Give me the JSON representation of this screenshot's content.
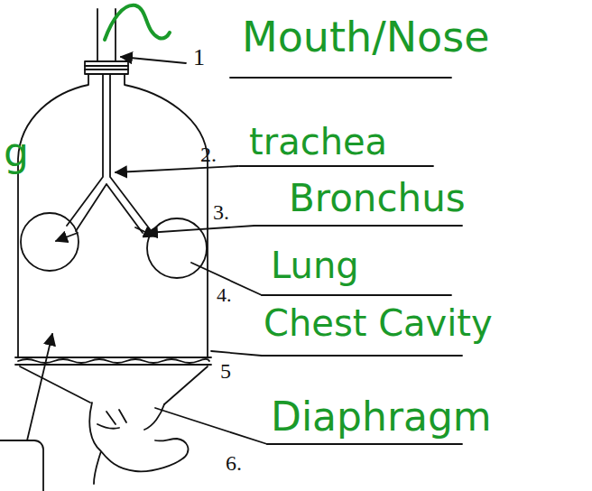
{
  "diagram": {
    "labels": [
      "1",
      "Mouth/Nose",
      "2.",
      "trachea",
      "3.",
      "Bronchus",
      "4.",
      "Lung",
      "Chest Cavity",
      "5",
      "Diaphragm",
      "6.",
      "g"
    ]
  }
}
